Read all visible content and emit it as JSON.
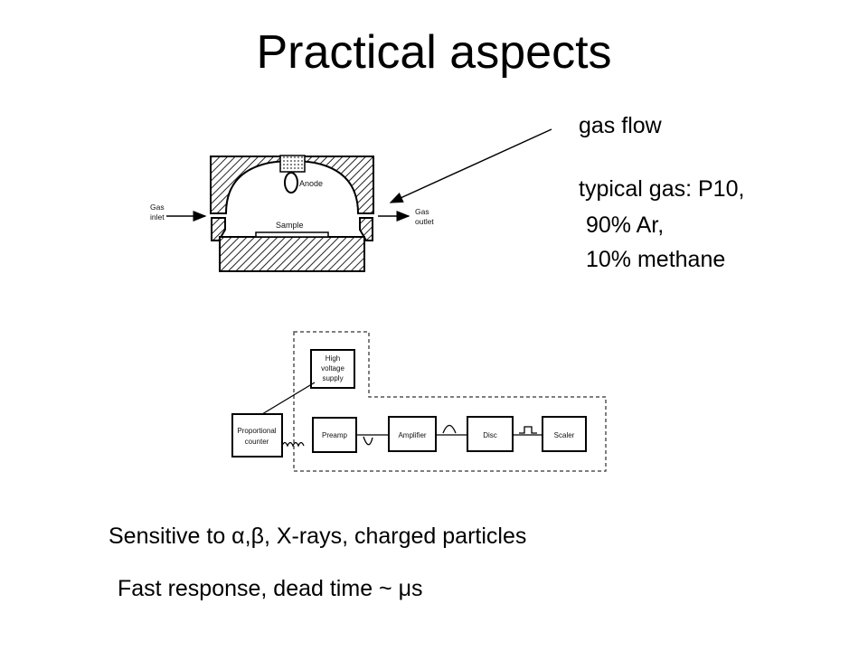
{
  "title": "Practical aspects",
  "gas_flow": "gas flow",
  "gas_info": [
    "typical gas: P10,",
    "90% Ar,",
    "10% methane"
  ],
  "chamber_labels": {
    "anode": "Anode",
    "sample": "Sample",
    "gas_inlet": [
      "Gas",
      "inlet"
    ],
    "gas_outlet": [
      "Gas",
      "outlet"
    ]
  },
  "circuit_labels": {
    "hv_supply": [
      "High",
      "voltage",
      "supply"
    ],
    "counter": [
      "Proportional",
      "counter"
    ],
    "preamp": "Preamp",
    "amplifier": "Amplifier",
    "disc": "Disc",
    "scaler": "Scaler"
  },
  "footer": {
    "sensitive": "Sensitive to α,β, X-rays, charged particles",
    "response": "Fast response, dead time ~ μs"
  }
}
